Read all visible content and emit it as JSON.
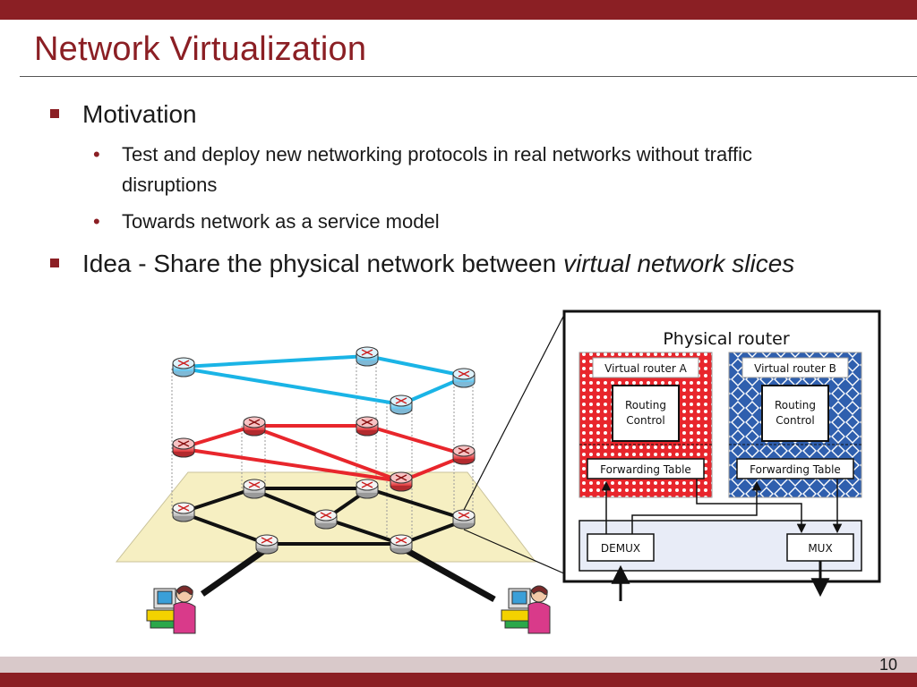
{
  "slide": {
    "title": "Network Virtualization",
    "page_number": "10",
    "bullets": [
      {
        "text": "Motivation"
      },
      {
        "text": "Test and deploy new networking protocols in real networks without traffic"
      },
      {
        "text": "disruptions"
      },
      {
        "text": "Towards network as a service model"
      },
      {
        "text_prefix": "Idea - Share the physical network between ",
        "text_em": "virtual network slices"
      }
    ]
  },
  "diagram": {
    "physical_router_label": "Physical router",
    "virtual_router_a": "Virtual router A",
    "virtual_router_b": "Virtual router B",
    "routing_control_line1": "Routing",
    "routing_control_line2": "Control",
    "forwarding_table": "Forwarding Table",
    "demux": "DEMUX",
    "mux": "MUX"
  },
  "colors": {
    "accent": "#8b1f24",
    "slice_blue": "#1ab4e6",
    "slice_red": "#e8262c",
    "physical_black": "#111111",
    "plane_fill": "#f6efc2"
  }
}
